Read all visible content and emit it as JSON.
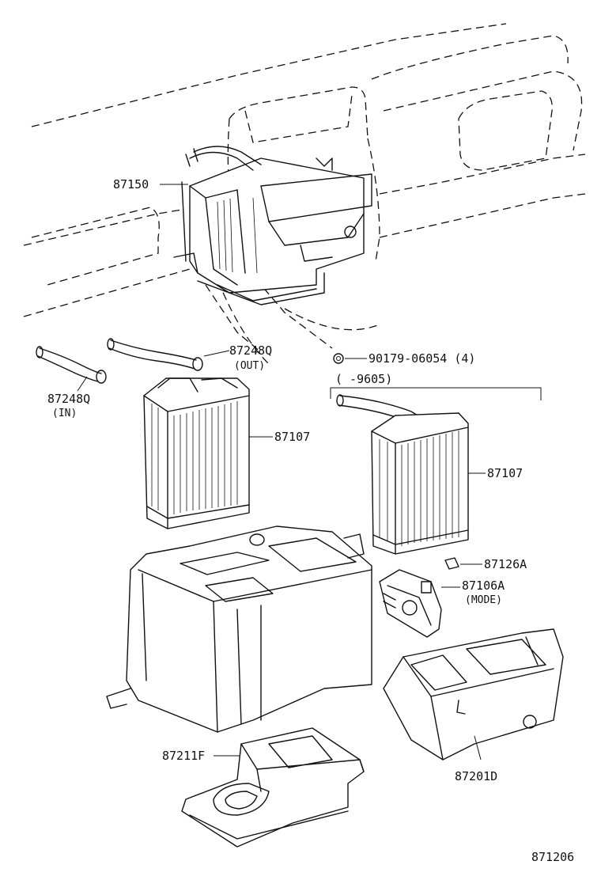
{
  "labels": {
    "radiator_assy": "87150",
    "hose_out": "87248Q",
    "hose_out_note": "(OUT)",
    "hose_in": "87248Q",
    "hose_in_note": "(IN)",
    "clip": "90179-06054 (4)",
    "period": "(   -9605)",
    "core_left": "87107",
    "core_right": "87107",
    "connector": "87126A",
    "servo": "87106A",
    "servo_note": "(MODE)",
    "case_lower": "87211F",
    "case_right": "87201D",
    "diagram_number": "871206"
  }
}
